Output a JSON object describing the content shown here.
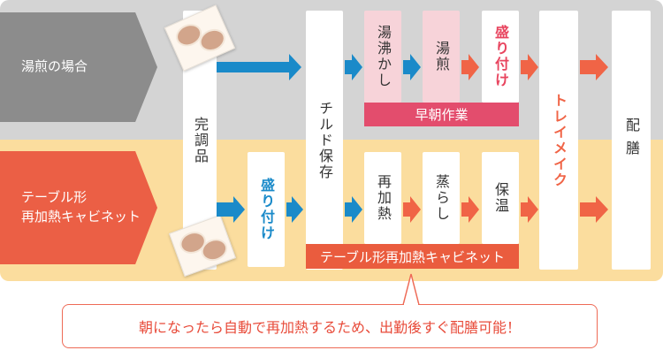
{
  "rows": {
    "yusen": "湯煎の場合",
    "cabinet_line1": "テーブル形",
    "cabinet_line2": "再加熱キャビネット"
  },
  "columns": {
    "kanchou": "完調品",
    "chilled": "チルド保存",
    "tray": "トレイメイク",
    "haizen": "配膳"
  },
  "top_steps": [
    "湯沸かし",
    "湯煎",
    "盛り付け"
  ],
  "top_tag": "早朝作業",
  "bottom_first": "盛り付け",
  "bottom_steps": [
    "再加熱",
    "蒸らし",
    "保温"
  ],
  "bottom_tag": "テーブル形再加熱キャビネット",
  "callout": "朝になったら自動で再加熱するため、出勤後すぐ配膳可能！",
  "colors": {
    "gray_band": "#d4d4d4",
    "yellow_band": "#fbdd9e",
    "gray_chevron": "#8c8c8c",
    "red_chevron": "#eb5f45",
    "blue_arrow": "#1a8ac9",
    "orange_arrow": "#f06446",
    "pink_tag": "#e34d6d"
  }
}
